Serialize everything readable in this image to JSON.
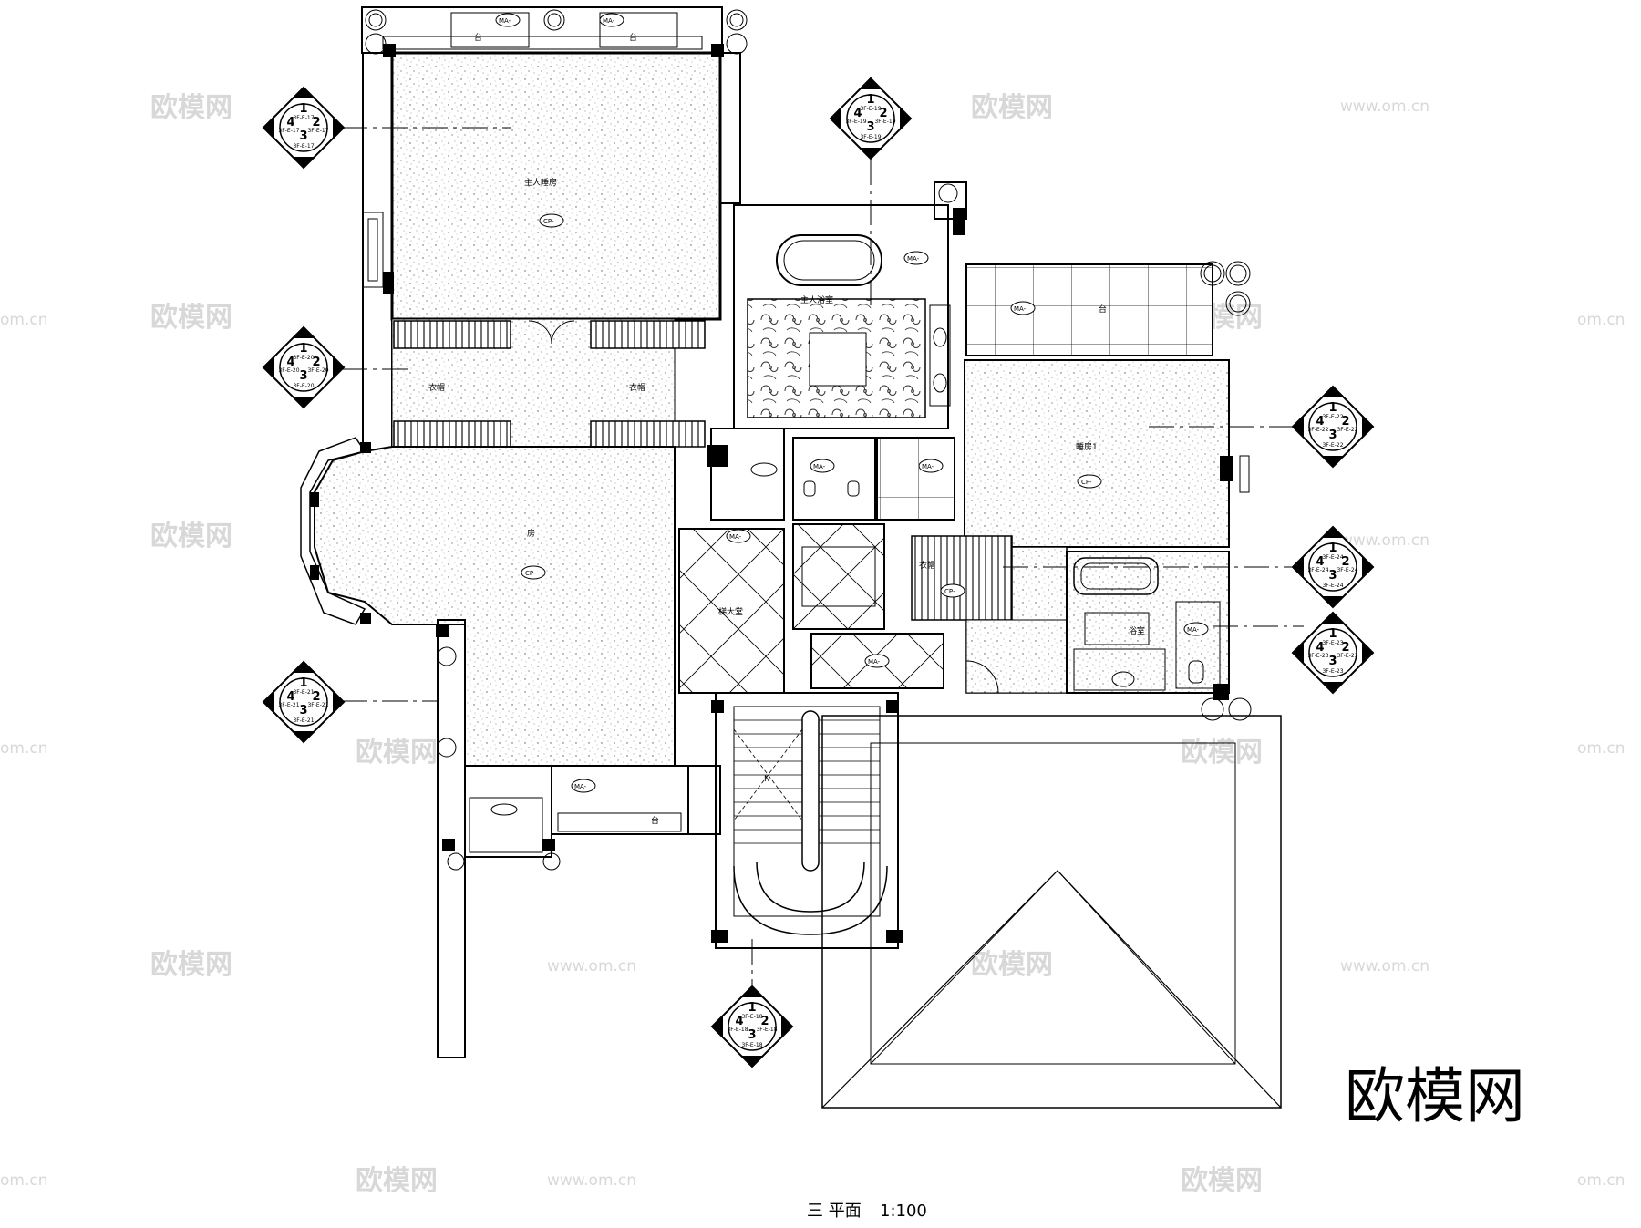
{
  "drawing": {
    "title": "三 平面",
    "scale": "1:100",
    "brand": "欧模网"
  },
  "watermark": {
    "logo_text": "欧模网",
    "url_text": "www.om.cn",
    "url_short": "om.cn"
  },
  "rooms": {
    "master_bedroom": "主人睡房",
    "master_bath": "主人浴室",
    "wardrobe_left": "衣帽",
    "wardrobe_right": "衣帽",
    "room_main": "房",
    "bedroom1": "睡房1",
    "wardrobe_bedroom1": "衣帽",
    "bathroom": "浴室",
    "stair_room": "梯大堂",
    "balcony_top": "台",
    "balcony_top2": "台",
    "balcony_right": "台",
    "balcony_bottom": "台",
    "north_marker": "N"
  },
  "tags": {
    "ma": "MA-",
    "cp": "CP-"
  },
  "elevation_markers": [
    {
      "id": "m17",
      "refs": [
        "3F-E-17",
        "3F-E-17",
        "3F-E-17",
        "3F-E-17"
      ]
    },
    {
      "id": "m19",
      "refs": [
        "3F-E-19",
        "3F-E-19",
        "3F-E-19",
        "3F-E-19"
      ]
    },
    {
      "id": "m20",
      "refs": [
        "3F-E-20",
        "3F-E-20",
        "3F-E-20",
        "3F-E-20"
      ]
    },
    {
      "id": "m22",
      "refs": [
        "3F-E-22",
        "3F-E-22",
        "3F-E-22",
        "3F-E-22"
      ]
    },
    {
      "id": "m24",
      "refs": [
        "3F-E-24",
        "3F-E-24",
        "3F-E-24",
        "3F-E-24"
      ]
    },
    {
      "id": "m23",
      "refs": [
        "3F-E-23",
        "3F-E-23",
        "3F-E-23",
        "3F-E-23"
      ]
    },
    {
      "id": "m21",
      "refs": [
        "3F-E-21",
        "3F-E-21",
        "3F-E-21",
        "3F-E-21"
      ]
    },
    {
      "id": "m18",
      "refs": [
        "3F-E-18",
        "3F-E-18",
        "3F-E-18",
        "3F-E-18"
      ]
    }
  ],
  "marker_numbers": [
    "1",
    "2",
    "3",
    "4"
  ]
}
